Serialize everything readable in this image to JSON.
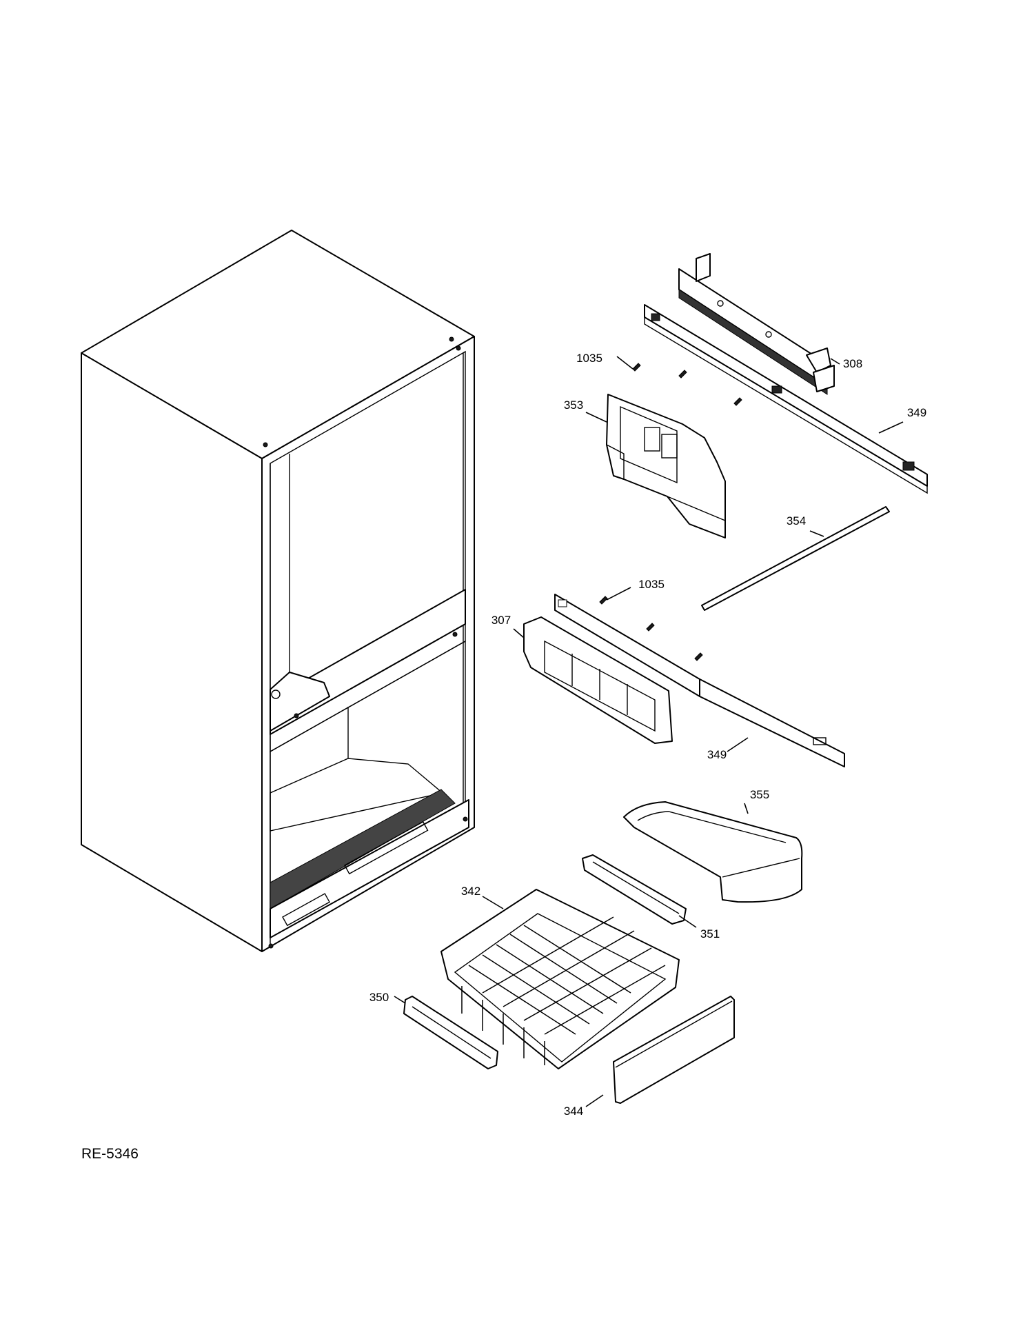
{
  "diagram_id": "RE-5346",
  "callouts": {
    "p1035a": "1035",
    "p308": "308",
    "p353": "353",
    "p349a": "349",
    "p354": "354",
    "p1035b": "1035",
    "p307": "307",
    "p349b": "349",
    "p355": "355",
    "p342": "342",
    "p351": "351",
    "p350": "350",
    "p344": "344"
  }
}
